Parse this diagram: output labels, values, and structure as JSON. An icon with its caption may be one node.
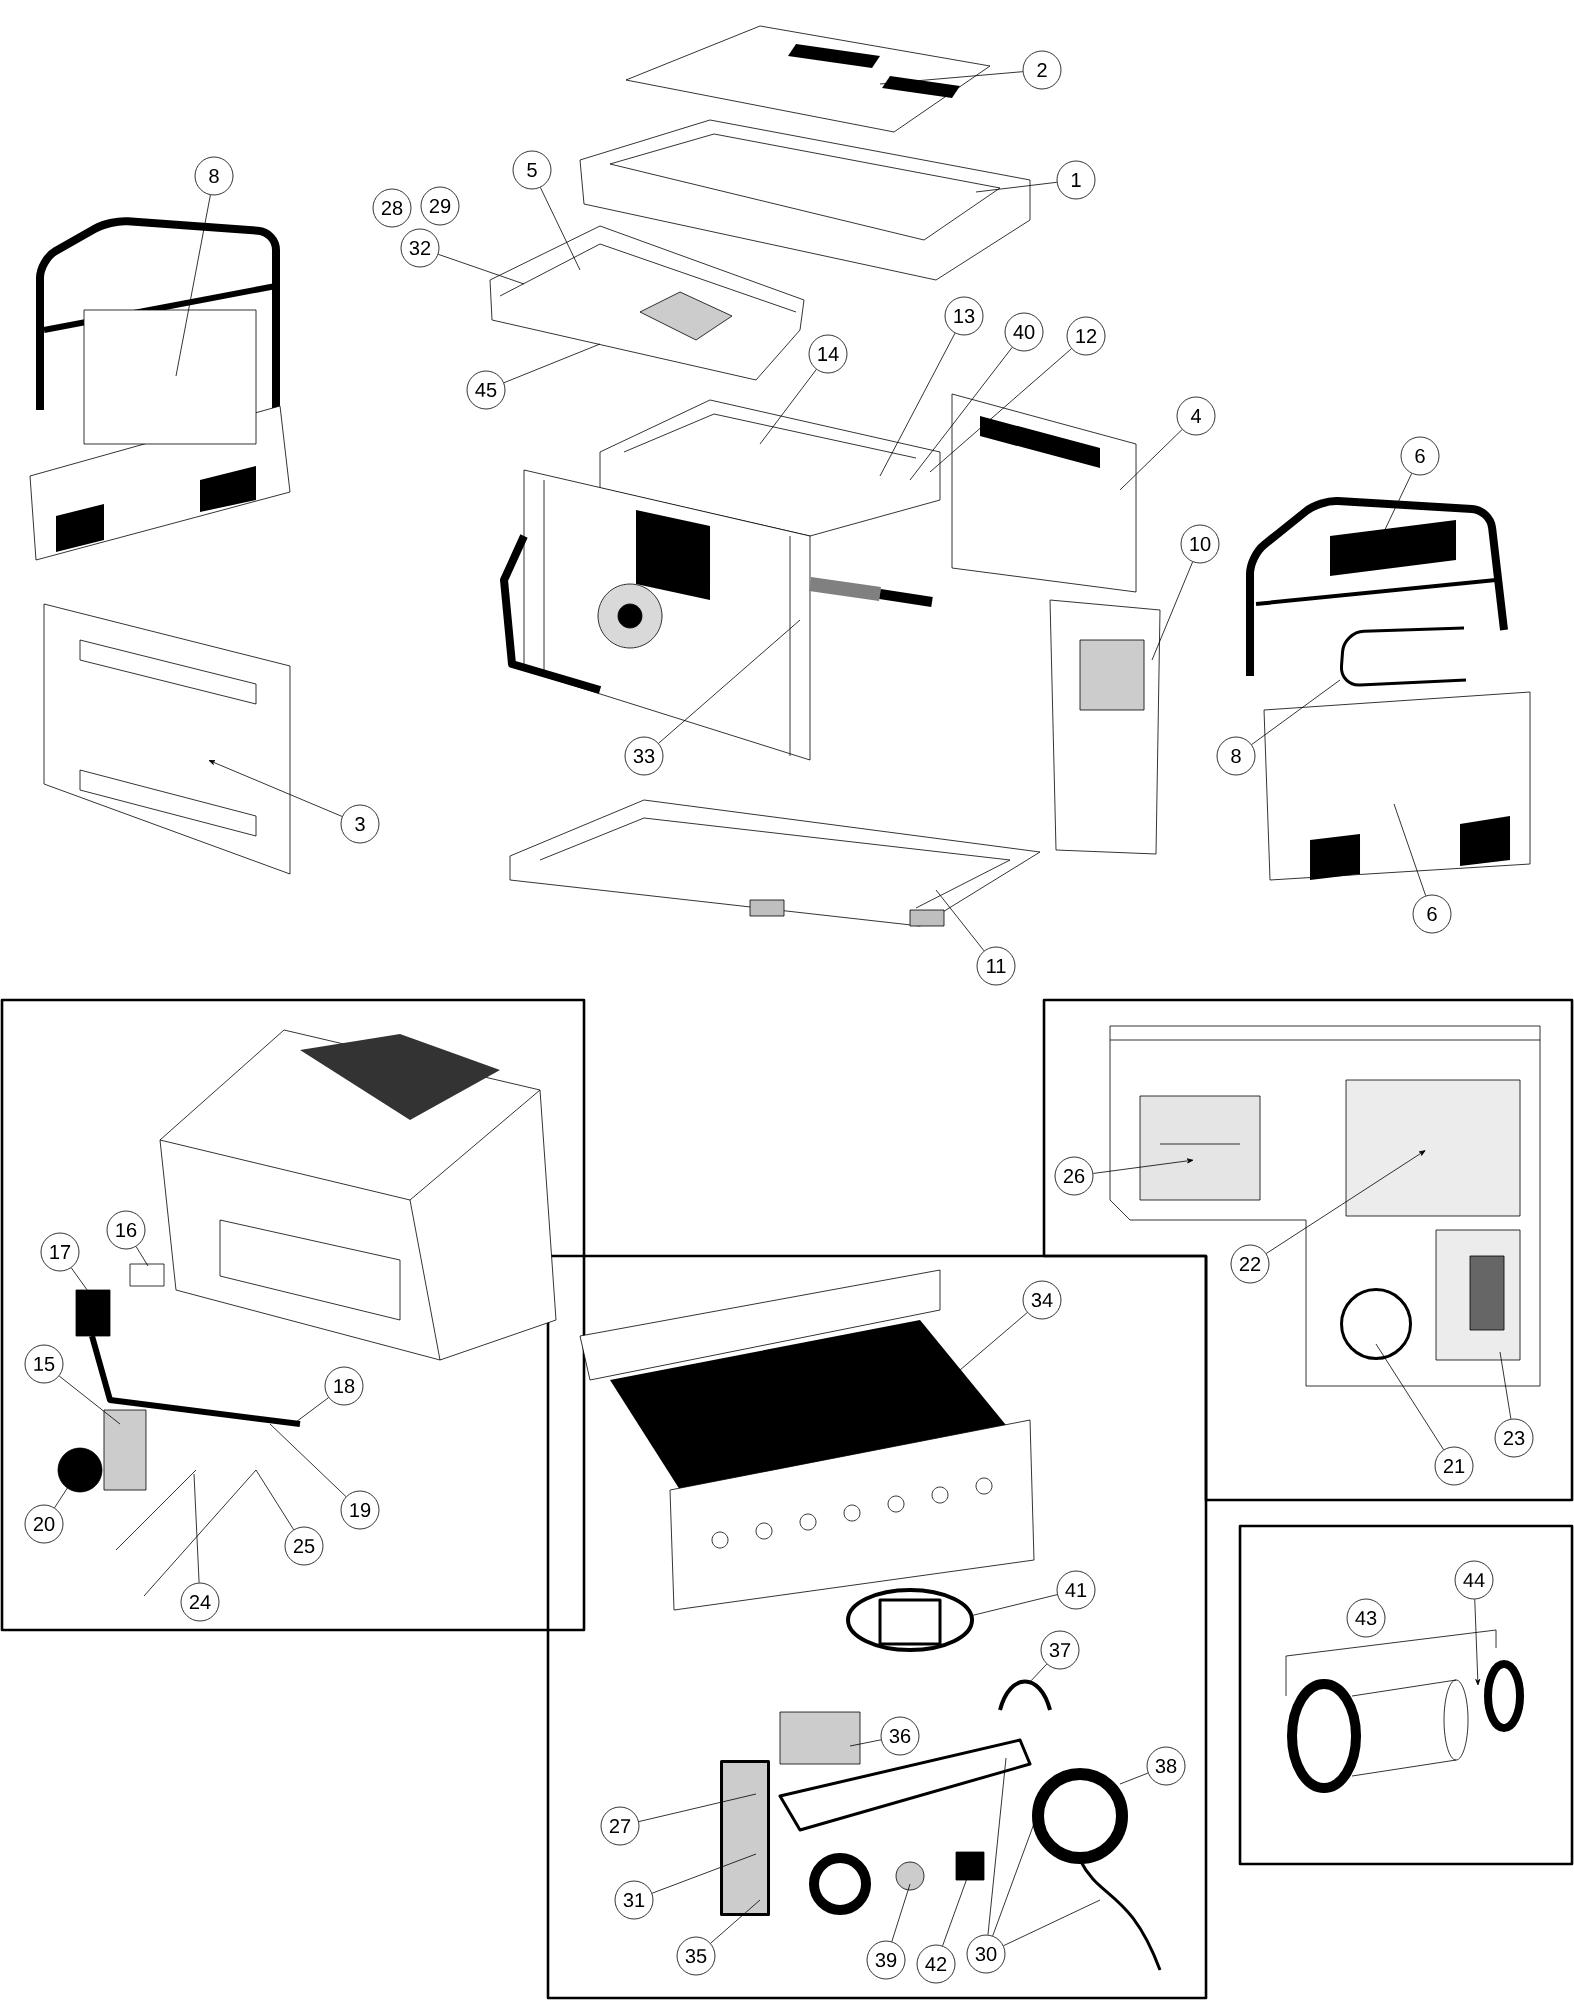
{
  "diagram": {
    "nodes": [
      {
        "text": [
          "2"
        ]
      },
      {
        "text": [
          "1"
        ]
      },
      {
        "text": [
          "8"
        ]
      },
      {
        "text": [
          "5"
        ]
      },
      {
        "text": [
          "28"
        ]
      },
      {
        "text": [
          "29"
        ]
      },
      {
        "text": [
          "32"
        ]
      },
      {
        "text": [
          "45"
        ]
      },
      {
        "text": [
          "13"
        ]
      },
      {
        "text": [
          "40"
        ]
      },
      {
        "text": [
          "12"
        ]
      },
      {
        "text": [
          "14"
        ]
      },
      {
        "text": [
          "4"
        ]
      },
      {
        "text": [
          "6"
        ]
      },
      {
        "text": [
          "10"
        ]
      },
      {
        "text": [
          "33"
        ]
      },
      {
        "text": [
          "3"
        ]
      },
      {
        "text": [
          "8"
        ]
      },
      {
        "text": [
          "6"
        ]
      },
      {
        "text": [
          "11"
        ]
      },
      {
        "text": [],
        "shape": "box"
      },
      {
        "text": [
          "17"
        ],
        "in": 20
      },
      {
        "text": [
          "16"
        ],
        "in": 20
      },
      {
        "text": [
          "15"
        ],
        "in": 20
      },
      {
        "text": [
          "18"
        ],
        "in": 20
      },
      {
        "text": [
          "19"
        ],
        "in": 20
      },
      {
        "text": [
          "20"
        ],
        "in": 20
      },
      {
        "text": [
          "25"
        ],
        "in": 20
      },
      {
        "text": [
          "24"
        ],
        "in": 20
      },
      {
        "text": [],
        "shape": "box"
      },
      {
        "text": [
          "26"
        ],
        "in": 29
      },
      {
        "text": [
          "22"
        ],
        "in": 29
      },
      {
        "text": [
          "21"
        ],
        "in": 29
      },
      {
        "text": [
          "23"
        ],
        "in": 29
      },
      {
        "text": [],
        "shape": "box"
      },
      {
        "text": [
          "34"
        ],
        "in": 34
      },
      {
        "text": [
          "41"
        ],
        "in": 34
      },
      {
        "text": [
          "37"
        ],
        "in": 34
      },
      {
        "text": [
          "38"
        ],
        "in": 34
      },
      {
        "text": [
          "36"
        ],
        "in": 34
      },
      {
        "text": [
          "27"
        ],
        "in": 34
      },
      {
        "text": [
          "31"
        ],
        "in": 34
      },
      {
        "text": [
          "35"
        ],
        "in": 34
      },
      {
        "text": [
          "39"
        ],
        "in": 34
      },
      {
        "text": [
          "42"
        ],
        "in": 34
      },
      {
        "text": [
          "30"
        ],
        "in": 34
      },
      {
        "text": [],
        "shape": "box"
      },
      {
        "text": [
          "43"
        ],
        "in": 46
      },
      {
        "text": [
          "44"
        ],
        "in": 46
      },
      {
        "text": [],
        "shape": "picture"
      },
      {
        "text": [],
        "shape": "picture"
      },
      {
        "text": [],
        "shape": "picture"
      },
      {
        "text": [],
        "shape": "picture"
      },
      {
        "text": [],
        "shape": "picture"
      },
      {
        "text": [],
        "shape": "picture"
      },
      {
        "text": [],
        "shape": "picture"
      },
      {
        "text": [],
        "shape": "box"
      },
      {
        "text": [],
        "shape": "picture"
      },
      {
        "text": [],
        "shape": "picture"
      },
      {
        "text": [],
        "shape": "picture"
      },
      {
        "text": [],
        "shape": "picture"
      },
      {
        "text": [],
        "shape": "box",
        "in": 20
      },
      {
        "text": [],
        "shape": "box",
        "in": 20
      },
      {
        "text": [],
        "shape": "box",
        "in": 20
      },
      {
        "text": [],
        "shape": "circle",
        "in": 20
      },
      {
        "text": [],
        "shape": "picture",
        "in": 20
      },
      {
        "text": [],
        "shape": "picture",
        "in": 20
      },
      {
        "text": [],
        "shape": "picture",
        "in": 20
      },
      {
        "text": [],
        "shape": "picture",
        "in": 29
      },
      {
        "text": [],
        "shape": "box",
        "in": 29
      },
      {
        "text": [],
        "shape": "circle",
        "in": 29
      },
      {
        "text": [],
        "shape": "picture",
        "in": 29
      },
      {
        "text": [],
        "shape": "picture",
        "in": 34
      },
      {
        "text": [],
        "shape": "picture",
        "in": 34
      },
      {
        "text": [],
        "shape": "picture",
        "in": 34
      },
      {
        "text": [],
        "shape": "circle",
        "in": 34
      },
      {
        "text": [],
        "shape": "box",
        "in": 34
      },
      {
        "text": [],
        "shape": "box",
        "in": 34
      },
      {
        "text": [],
        "shape": "circle",
        "in": 34
      },
      {
        "text": [],
        "shape": "box",
        "in": 34
      },
      {
        "text": [],
        "shape": "picture",
        "in": 34
      },
      {
        "text": [],
        "shape": "picture",
        "in": 34
      },
      {
        "text": [],
        "shape": "circle",
        "in": 46
      }
    ],
    "edges": [
      {
        "from": 0,
        "to": 49,
        "arrow": "none"
      },
      {
        "from": 1,
        "to": 50,
        "arrow": "none"
      },
      {
        "from": 2,
        "to": 56,
        "arrow": "none"
      },
      {
        "from": 3,
        "to": 51,
        "arrow": "none"
      },
      {
        "from": 6,
        "to": 51,
        "arrow": "none"
      },
      {
        "from": 7,
        "to": 51,
        "arrow": "none"
      },
      {
        "from": 8,
        "to": 52,
        "arrow": "none"
      },
      {
        "from": 9,
        "to": 52,
        "arrow": "none"
      },
      {
        "from": 10,
        "to": 52,
        "arrow": "none"
      },
      {
        "from": 11,
        "to": 52,
        "arrow": "none"
      },
      {
        "from": 12,
        "to": 53,
        "arrow": "none"
      },
      {
        "from": 13,
        "to": 57,
        "arrow": "none"
      },
      {
        "from": 14,
        "to": 54,
        "arrow": "none"
      },
      {
        "from": 15,
        "to": 52,
        "arrow": "none"
      },
      {
        "from": 16,
        "to": 60,
        "arrow": "to"
      },
      {
        "from": 17,
        "to": 58,
        "arrow": "none"
      },
      {
        "from": 18,
        "to": 59,
        "arrow": "none"
      },
      {
        "from": 19,
        "to": 55,
        "arrow": "none"
      },
      {
        "from": 21,
        "to": 61,
        "arrow": "none"
      },
      {
        "from": 22,
        "to": 62,
        "arrow": "none"
      },
      {
        "from": 23,
        "to": 63,
        "arrow": "none"
      },
      {
        "from": 24,
        "to": 65,
        "arrow": "none"
      },
      {
        "from": 25,
        "to": 65,
        "arrow": "none"
      },
      {
        "from": 26,
        "to": 64,
        "arrow": "none"
      },
      {
        "from": 27,
        "to": 67,
        "arrow": "none"
      },
      {
        "from": 28,
        "to": 66,
        "arrow": "none"
      },
      {
        "from": 30,
        "to": 68,
        "arrow": "to"
      },
      {
        "from": 31,
        "to": 69,
        "arrow": "to"
      },
      {
        "from": 32,
        "to": 70,
        "arrow": "none"
      },
      {
        "from": 33,
        "to": 71,
        "arrow": "none"
      },
      {
        "from": 35,
        "to": 72,
        "arrow": "none"
      },
      {
        "from": 36,
        "to": 73,
        "arrow": "none"
      },
      {
        "from": 37,
        "to": 74,
        "arrow": "none"
      },
      {
        "from": 38,
        "to": 75,
        "arrow": "none"
      },
      {
        "from": 39,
        "to": 76,
        "arrow": "none"
      },
      {
        "from": 40,
        "to": 77,
        "arrow": "none"
      },
      {
        "from": 41,
        "to": 77,
        "arrow": "none"
      },
      {
        "from": 42,
        "to": 77,
        "arrow": "none"
      },
      {
        "from": 43,
        "to": 78,
        "arrow": "none"
      },
      {
        "from": 44,
        "to": 79,
        "arrow": "none"
      },
      {
        "from": 45,
        "to": 80,
        "arrow": "none"
      },
      {
        "from": 45,
        "to": 75,
        "arrow": "none"
      },
      {
        "from": 45,
        "to": 81,
        "arrow": "none"
      },
      {
        "from": 48,
        "to": 82,
        "arrow": "to"
      }
    ]
  }
}
